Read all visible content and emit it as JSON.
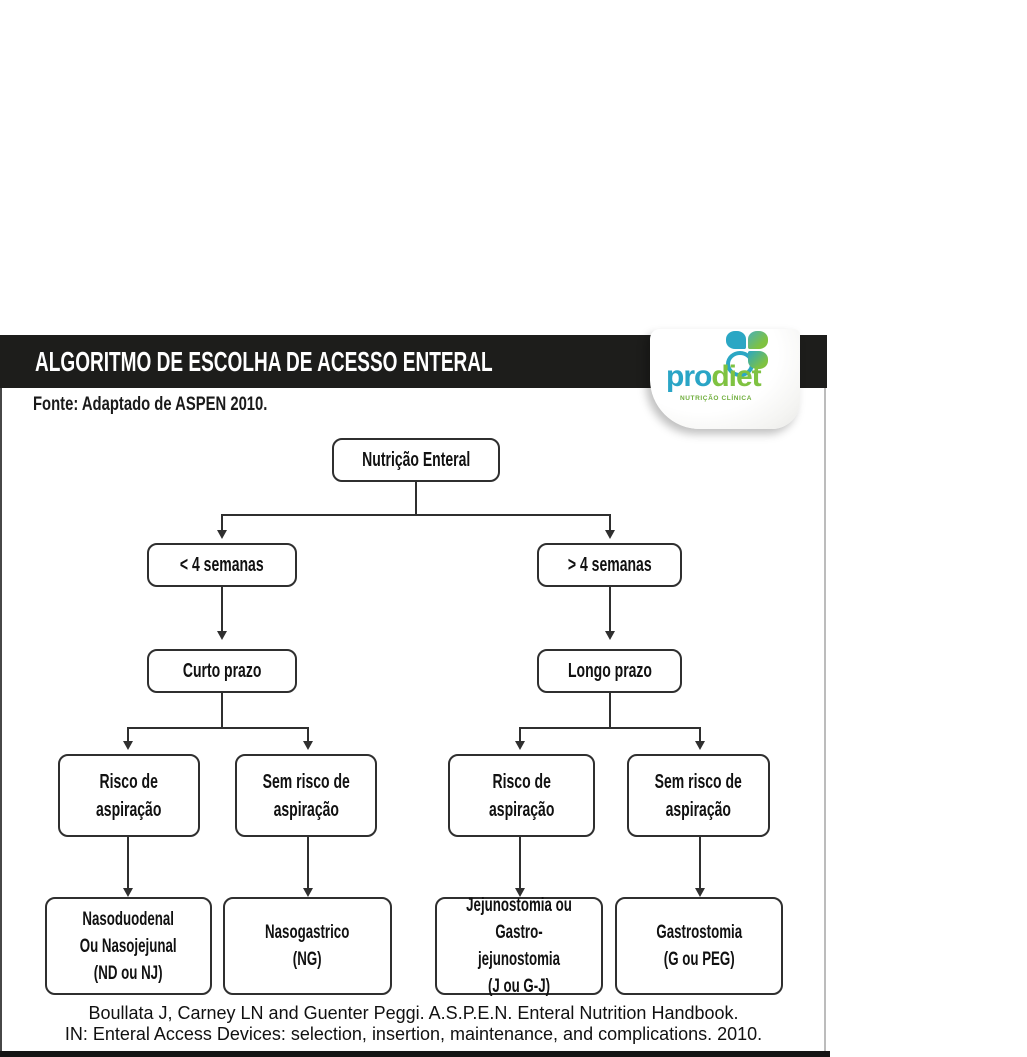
{
  "header": {
    "title": "ALGORITMO DE ESCOLHA DE ACESSO ENTERAL",
    "bg_color": "#1D1D1B"
  },
  "source_note": "Fonte: Adaptado de ASPEN 2010.",
  "logo": {
    "brand_pro": "pro",
    "brand_diet": "diet",
    "tagline": "NUTRIÇÃO CLÍNICA",
    "teal": "#2AA5C6",
    "green": "#7FC241"
  },
  "flowchart": {
    "line_color": "#2F2F2F",
    "nodes": {
      "root": "Nutrição Enteral",
      "lt4": "< 4 semanas",
      "gt4": "> 4 semanas",
      "curto": "Curto prazo",
      "longo": "Longo prazo",
      "risco_curto": "Risco de\naspiração",
      "sem_risco_curto": "Sem risco de\naspiração",
      "risco_longo": "Risco de\naspiração",
      "sem_risco_longo": "Sem risco de\naspiração",
      "nasoduodenal": "Nasoduodenal\nOu Nasojejunal\n(ND ou NJ)",
      "nasogastrico": "Nasogastrico\n(NG)",
      "jejunostomia": "Jejunostomia ou\nGastro-jejunostomia\n(J ou G-J)",
      "gastrostomia": "Gastrostomia\n(G ou PEG)"
    },
    "edges": [
      [
        "root",
        "lt4"
      ],
      [
        "root",
        "gt4"
      ],
      [
        "lt4",
        "curto"
      ],
      [
        "gt4",
        "longo"
      ],
      [
        "curto",
        "risco_curto"
      ],
      [
        "curto",
        "sem_risco_curto"
      ],
      [
        "longo",
        "risco_longo"
      ],
      [
        "longo",
        "sem_risco_longo"
      ],
      [
        "risco_curto",
        "nasoduodenal"
      ],
      [
        "sem_risco_curto",
        "nasogastrico"
      ],
      [
        "risco_longo",
        "jejunostomia"
      ],
      [
        "sem_risco_longo",
        "gastrostomia"
      ]
    ]
  },
  "footer": {
    "line1": "Boullata J, Carney LN and Guenter Peggi. A.S.P.E.N. Enteral Nutrition Handbook.",
    "line2": "IN: Enteral Access Devices: selection, insertion, maintenance, and complications. 2010."
  }
}
